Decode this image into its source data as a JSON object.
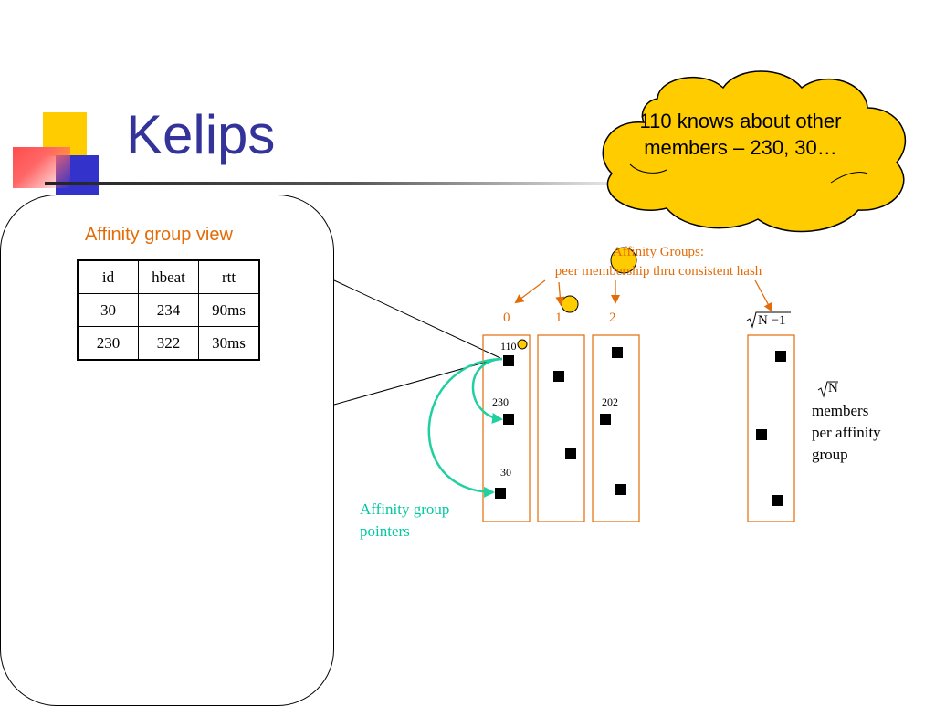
{
  "slide": {
    "title": "Kelips"
  },
  "affinity_view": {
    "heading": "Affinity group view",
    "columns": [
      "id",
      "hbeat",
      "rtt"
    ],
    "rows": [
      [
        "30",
        "234",
        "90ms"
      ],
      [
        "230",
        "322",
        "30ms"
      ]
    ]
  },
  "callout": {
    "text": "110 knows about other members – 230, 30…",
    "fill": "#ffcc00"
  },
  "diagram": {
    "groups_title_line1": "Affinity Groups:",
    "groups_title_line2": "peer membership thru consistent hash",
    "group_labels": [
      "0",
      "1",
      "2"
    ],
    "last_group_label": "N −1",
    "node_labels": {
      "n110": "110",
      "n230": "230",
      "n30": "30",
      "n202": "202"
    },
    "pointers_label_line1": "Affinity group",
    "pointers_label_line2": "pointers",
    "sqrt_n": "N",
    "per_group_line1": "members",
    "per_group_line2": "per affinity",
    "per_group_line3": "group",
    "colors": {
      "group_outline": "#e36c09",
      "pointer_arrow": "#20d0a0",
      "node": "#000000",
      "marker": "#ffcc00"
    }
  }
}
